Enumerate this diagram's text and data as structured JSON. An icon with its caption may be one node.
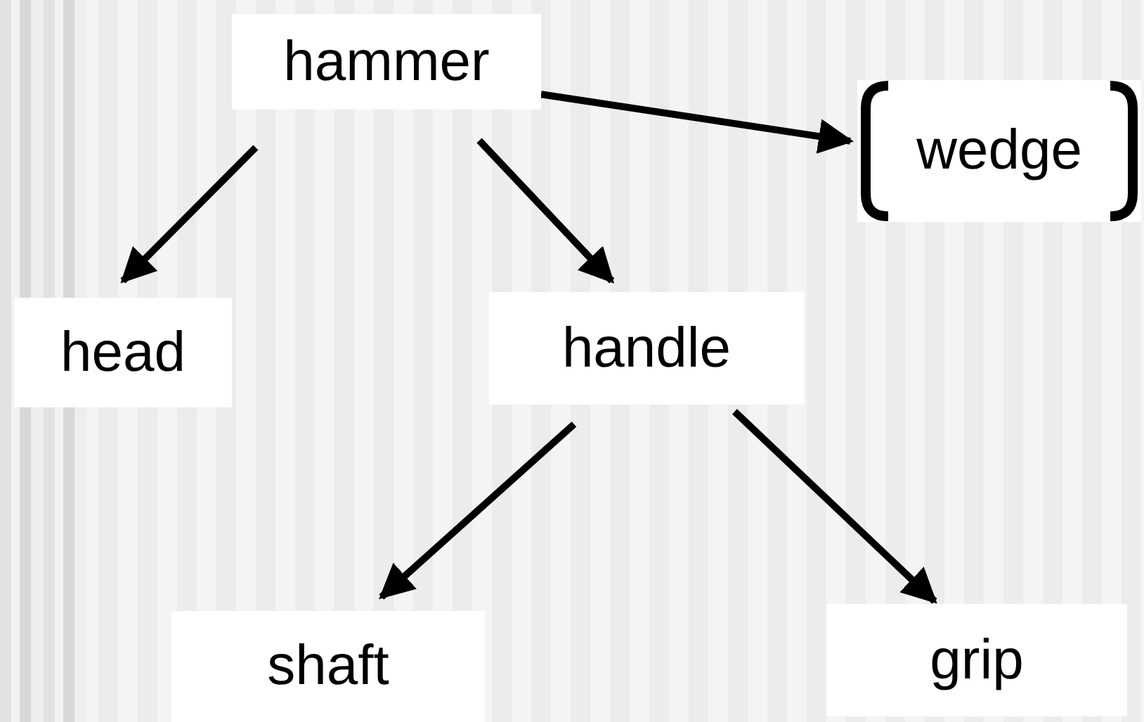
{
  "diagram": {
    "nodes": [
      {
        "text": [
          "hammer"
        ]
      },
      {
        "text": [
          "wedge"
        ]
      },
      {
        "text": [
          "head"
        ]
      },
      {
        "text": [
          "handle"
        ]
      },
      {
        "text": [
          "shaft"
        ]
      },
      {
        "text": [
          "grip"
        ]
      }
    ],
    "edges": [
      {
        "from": 0,
        "to": 1,
        "arrow": "to"
      },
      {
        "from": 0,
        "to": 2,
        "arrow": "to"
      },
      {
        "from": 0,
        "to": 3,
        "arrow": "to"
      },
      {
        "from": 3,
        "to": 4,
        "arrow": "to"
      },
      {
        "from": 3,
        "to": 5,
        "arrow": "to"
      }
    ]
  }
}
